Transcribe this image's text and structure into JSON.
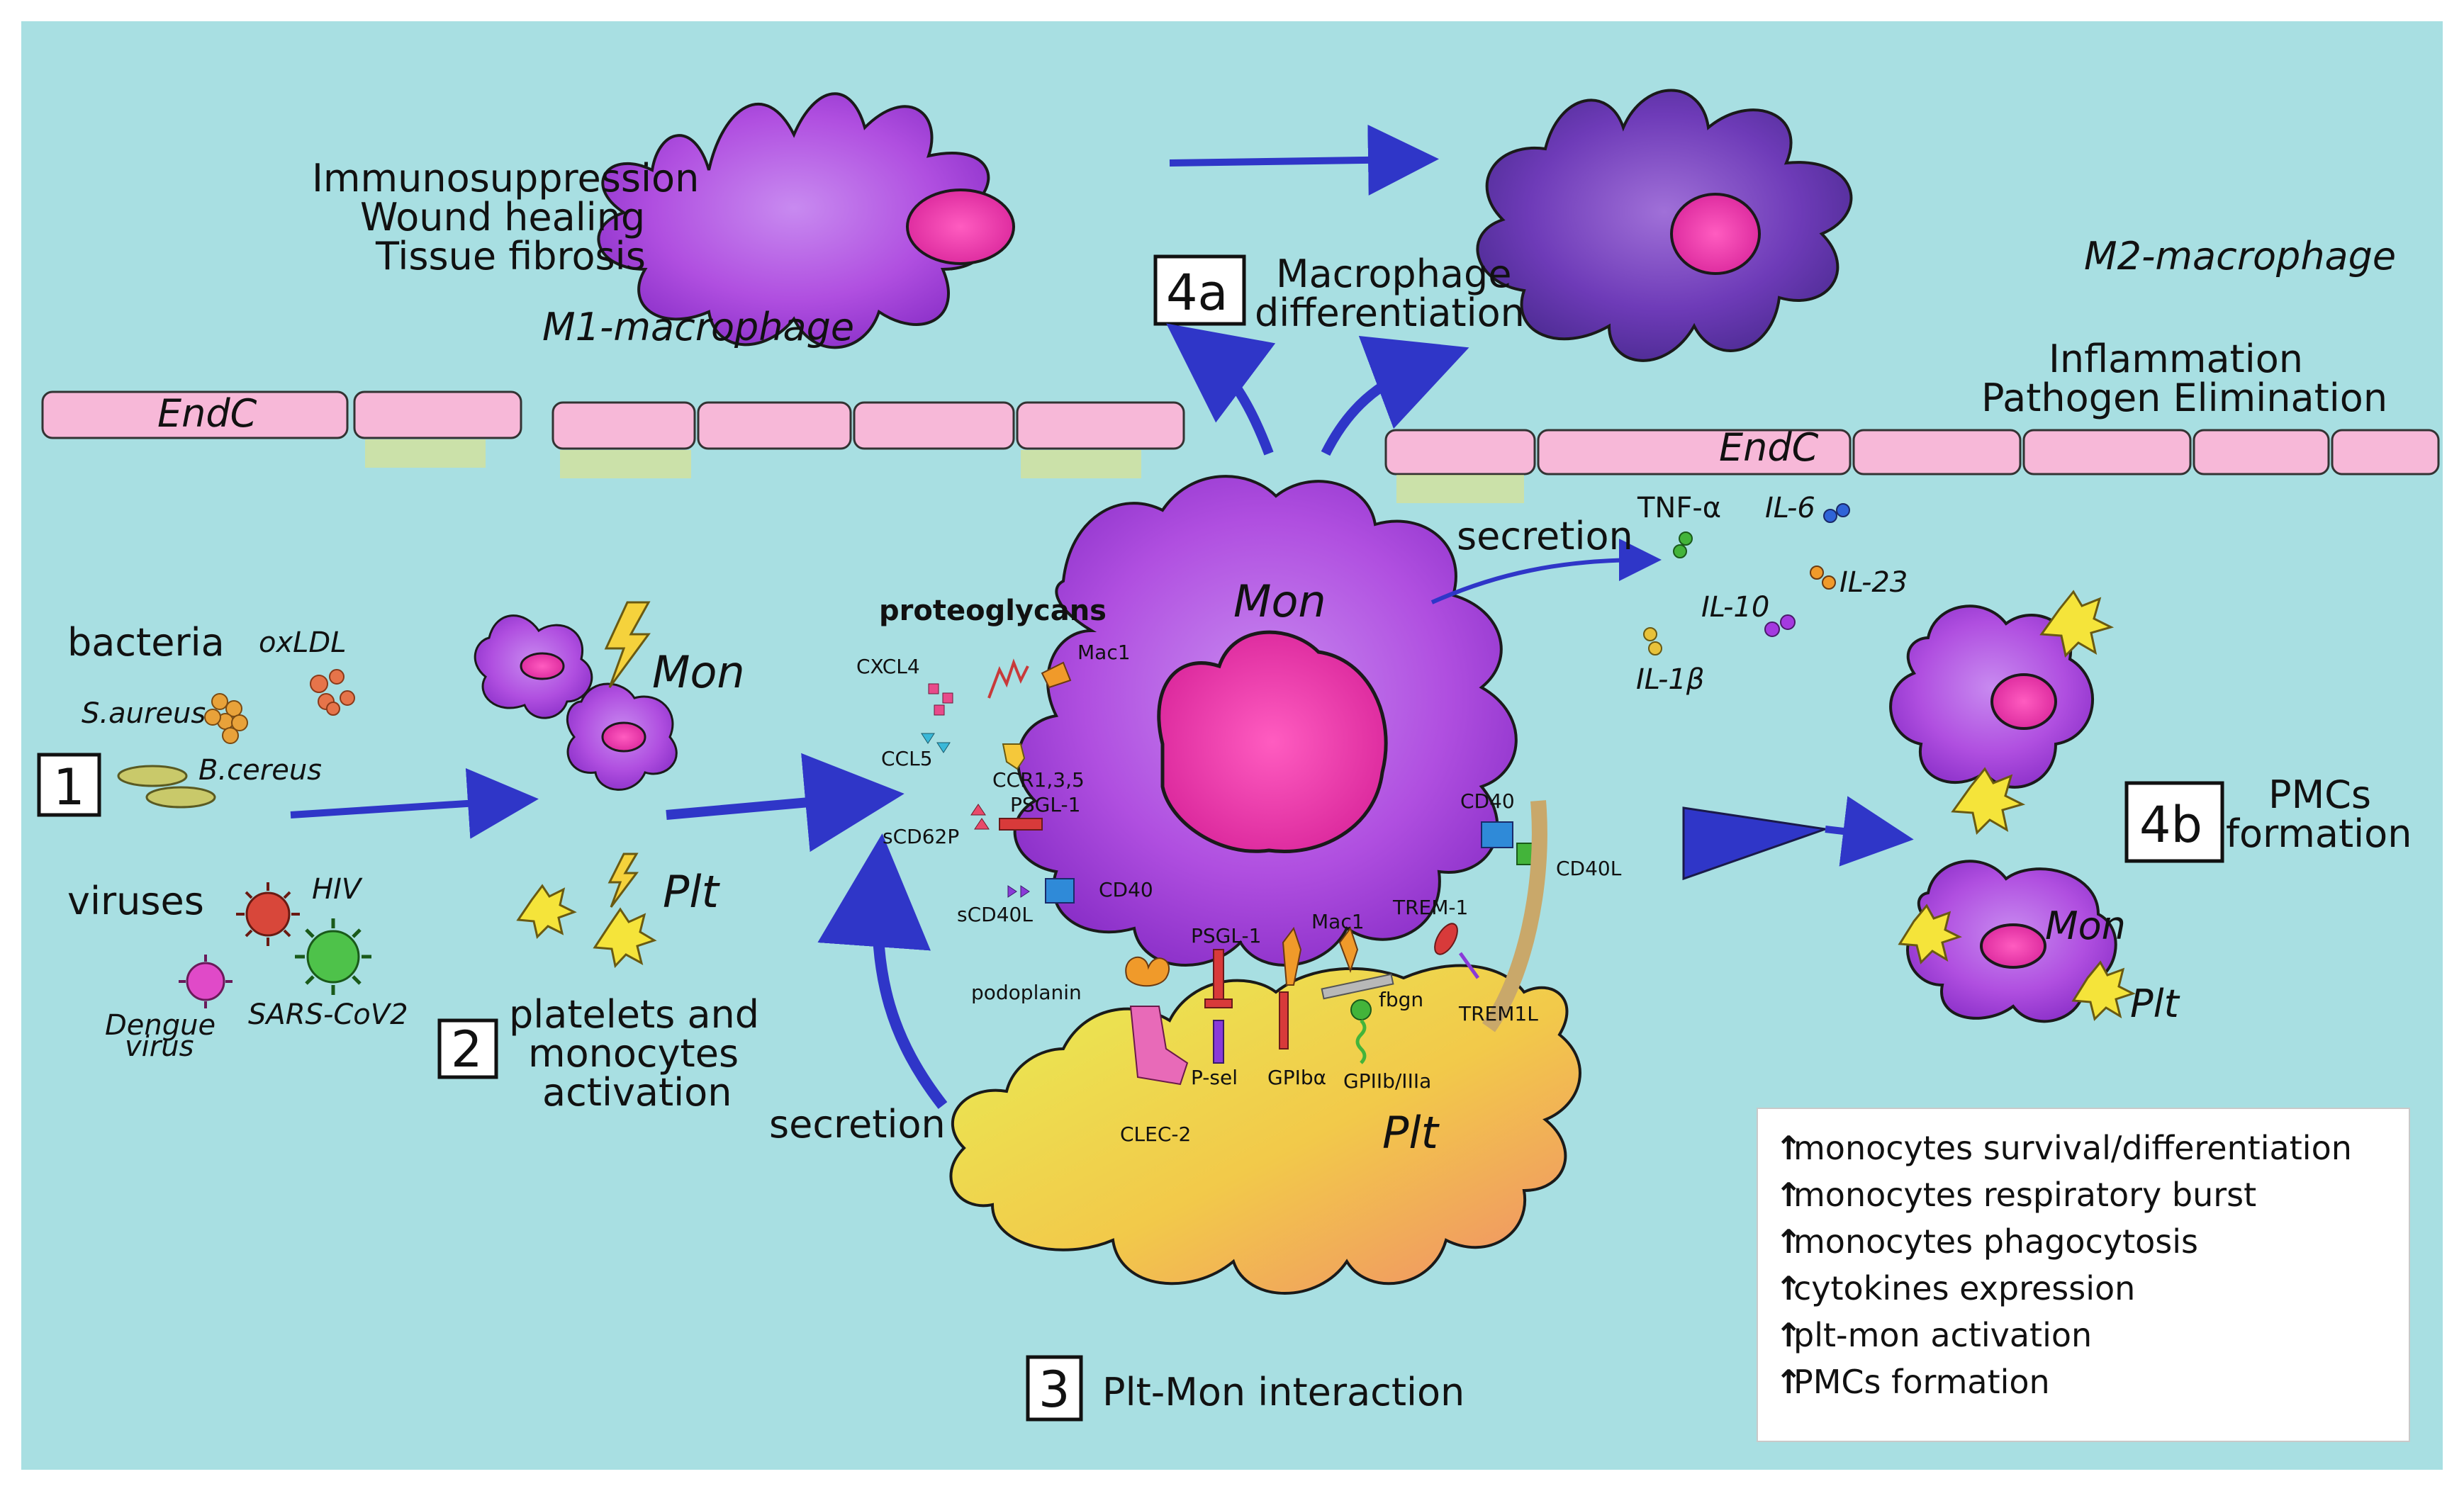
{
  "colors": {
    "background": "#a8dfe2",
    "endothelium": "#f7b8d8",
    "monocyte": "#b04fe0",
    "nucleus": "#e23ea8",
    "platelet": "#e8e247",
    "arrow": "#2f36c8",
    "lightning": "#f5d23c"
  },
  "top_left": {
    "outcomes": [
      "Immunosuppression",
      "Wound healing",
      "Tissue fibrosis"
    ],
    "macrophage_label": "M1-macrophage"
  },
  "top_right": {
    "macrophage_label": "M2-macrophage",
    "outcomes": [
      "Inflammation",
      "Pathogen Elimination"
    ]
  },
  "step_4a": {
    "number": "4a",
    "label_line1": "Macrophage",
    "label_line2": "differentiation"
  },
  "step_4b": {
    "number": "4b",
    "label_line1": "PMCs",
    "label_line2": "formation"
  },
  "step_1": {
    "number": "1"
  },
  "step_2": {
    "number": "2",
    "label_line1": "platelets and",
    "label_line2": "monocytes",
    "label_line3": "activation"
  },
  "step_3": {
    "number": "3",
    "label": "Plt-Mon interaction"
  },
  "endothelium_label": "EndC",
  "stimuli": {
    "bacteria": "bacteria",
    "s_aureus": "S.aureus",
    "b_cereus": "B.cereus",
    "oxldl": "oxLDL",
    "viruses": "viruses",
    "hiv": "HIV",
    "dengue_line1": "Dengue",
    "dengue_line2": "virus",
    "sars": "SARS-CoV2"
  },
  "cells": {
    "mon": "Mon",
    "plt": "Plt"
  },
  "secretion": "secretion",
  "cytokines": [
    "TNF-α",
    "IL-6",
    "IL-23",
    "IL-10",
    "IL-1β"
  ],
  "molecules": {
    "proteoglycans": "proteoglycans",
    "cxcl4": "CXCL4",
    "ccl5": "CCL5",
    "mac1": "Mac1",
    "ccr": "CCR1,3,5",
    "psgl1": "PSGL-1",
    "scd62p": "sCD62P",
    "scd40l": "sCD40L",
    "cd40": "CD40",
    "cd40l": "CD40L",
    "trem1": "TREM-1",
    "trem1l": "TREM1L",
    "podoplanin": "podoplanin",
    "clec2": "CLEC-2",
    "psel": "P-sel",
    "gpiba": "GPIbα",
    "fbgn": "fbgn",
    "gpiib": "GPIIb/IIIa"
  },
  "legend": [
    "monocytes survival/differentiation",
    "monocytes respiratory burst",
    "monocytes phagocytosis",
    "cytokines expression",
    "plt-mon activation",
    "PMCs formation"
  ],
  "legend_arrow": "↑"
}
